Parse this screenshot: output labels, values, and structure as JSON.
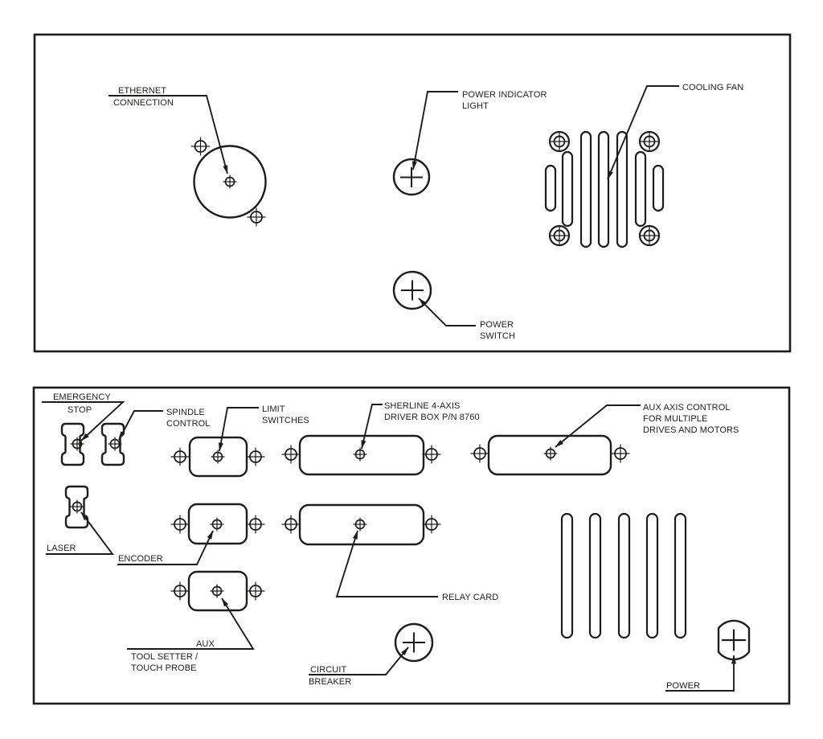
{
  "colors": {
    "ink": "#1d1d1b",
    "paper": "#ffffff"
  },
  "top_panel": {
    "labels": {
      "ethernet": [
        "ETHERNET",
        "CONNECTION"
      ],
      "power_indicator_light": [
        "POWER INDICATOR",
        "LIGHT"
      ],
      "cooling_fan": [
        "COOLING FAN"
      ],
      "power_switch": [
        "POWER",
        "SWITCH"
      ]
    }
  },
  "bottom_panel": {
    "labels": {
      "emergency_stop": [
        "EMERGENCY",
        "STOP"
      ],
      "spindle_control": [
        "SPINDLE",
        "CONTROL"
      ],
      "limit_switches": [
        "LIMIT",
        "SWITCHES"
      ],
      "driver_box": [
        "SHERLINE 4-AXIS",
        "DRIVER BOX P/N 8760"
      ],
      "aux_axis_control": [
        "AUX AXIS CONTROL",
        "FOR MULTIPLE",
        "DRIVES AND MOTORS"
      ],
      "laser": [
        "LASER"
      ],
      "encoder": [
        "ENCODER"
      ],
      "aux": [
        "AUX"
      ],
      "tool_setter": [
        "TOOL SETTER /",
        "TOUCH PROBE"
      ],
      "relay_card": [
        "RELAY CARD"
      ],
      "circuit_breaker": [
        "CIRCUIT",
        "BREAKER"
      ],
      "power": [
        "POWER"
      ]
    }
  }
}
